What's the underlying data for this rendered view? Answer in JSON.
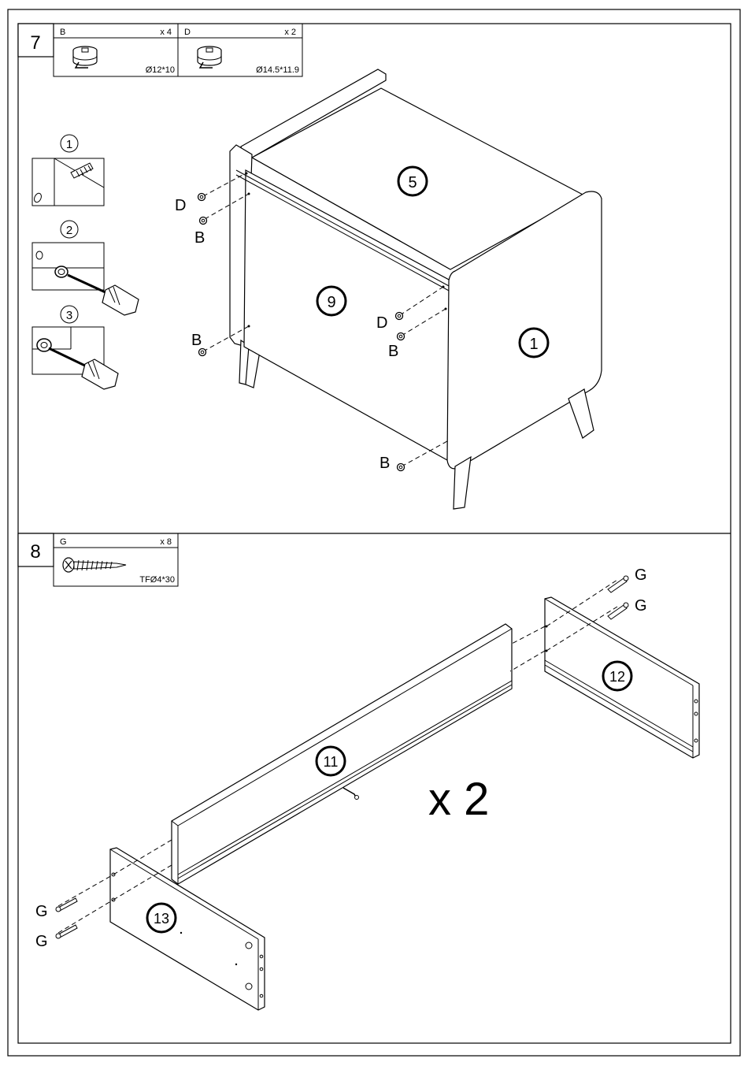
{
  "steps": [
    {
      "number": "7",
      "hardware": [
        {
          "code": "B",
          "qty": "x 4",
          "size": "Ø12*10",
          "icon": "cam-lock-icon"
        },
        {
          "code": "D",
          "qty": "x 2",
          "size": "Ø14.5*11.9",
          "icon": "cam-lock-large-icon"
        }
      ],
      "substeps": [
        "1",
        "2",
        "3"
      ],
      "panels": [
        "5",
        "9",
        "1"
      ],
      "labels": {
        "b": "B",
        "d": "D"
      }
    },
    {
      "number": "8",
      "hardware": [
        {
          "code": "G",
          "qty": "x 8",
          "size": "TFØ4*30",
          "icon": "screw-icon"
        }
      ],
      "panels": [
        "11",
        "12",
        "13"
      ],
      "labels": {
        "g": "G"
      },
      "multiplier": "x 2"
    }
  ]
}
